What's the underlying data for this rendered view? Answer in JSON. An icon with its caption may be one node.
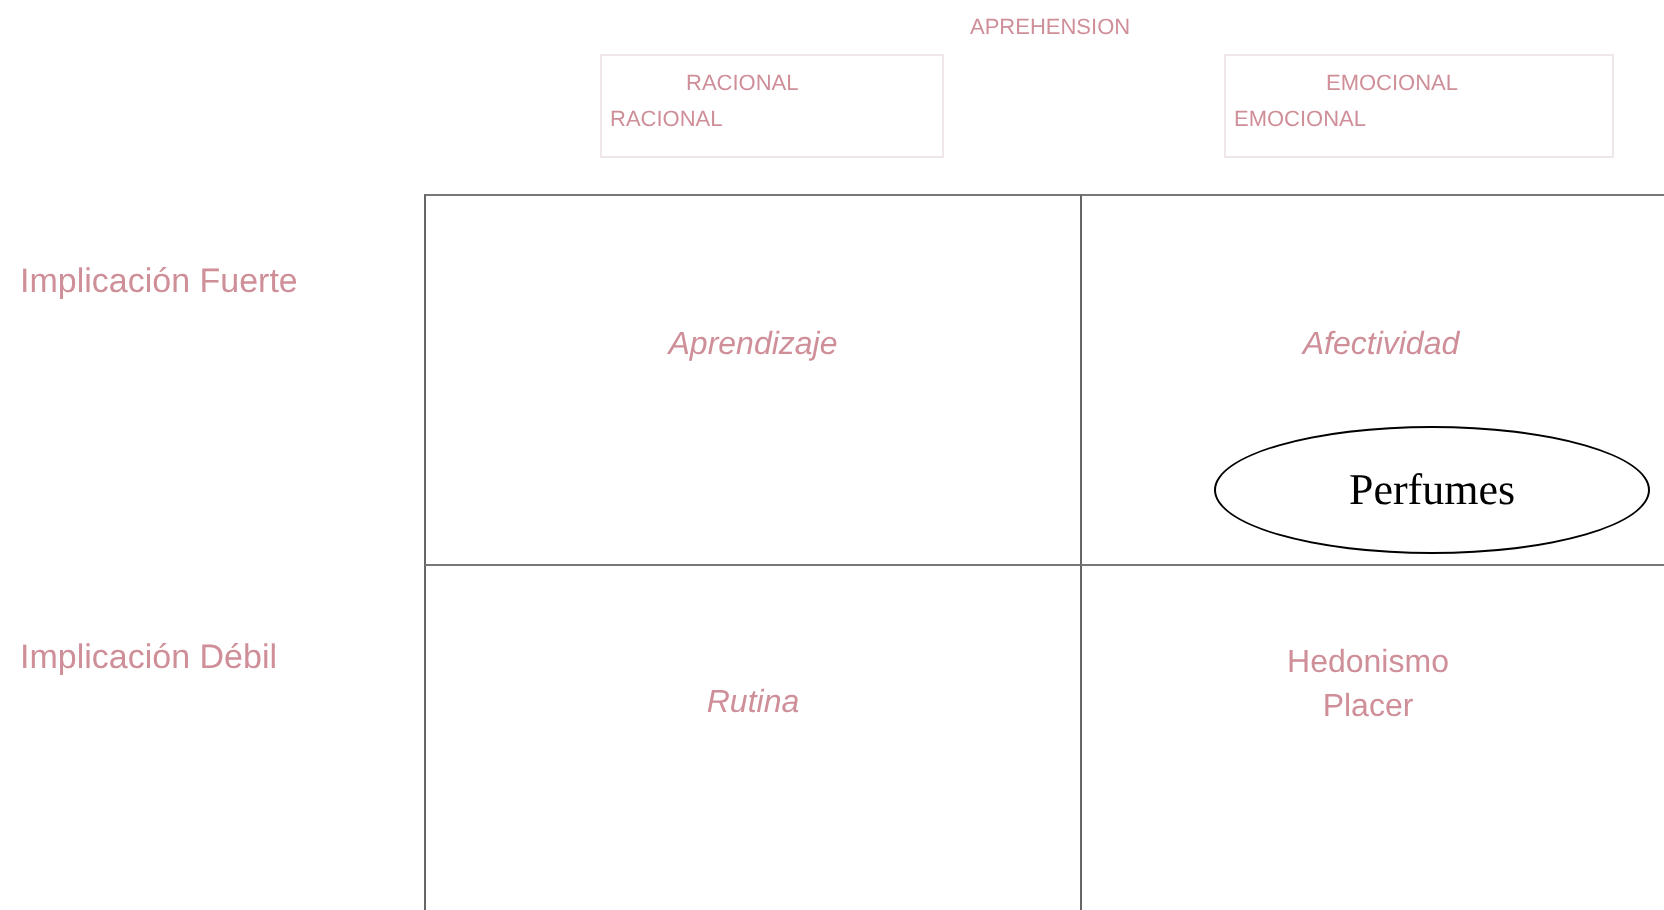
{
  "diagram": {
    "nodes": [
      {
        "text": [
          "RACIONAL",
          "RACIONAL"
        ]
      },
      {
        "text": [
          "EMOCIONAL",
          "EMOCIONAL"
        ]
      },
      {
        "text": [
          "Aprendizaje"
        ]
      },
      {
        "text": [
          "Afectividad"
        ]
      },
      {
        "text": [
          "Perfumes"
        ],
        "in": 3
      },
      {
        "text": [
          "Rutina"
        ]
      },
      {
        "text": [
          "Hedonismo Placer"
        ]
      }
    ],
    "labels": [
      "APREHENSION",
      "Implicación Fuerte",
      "Implicación Débil"
    ]
  }
}
